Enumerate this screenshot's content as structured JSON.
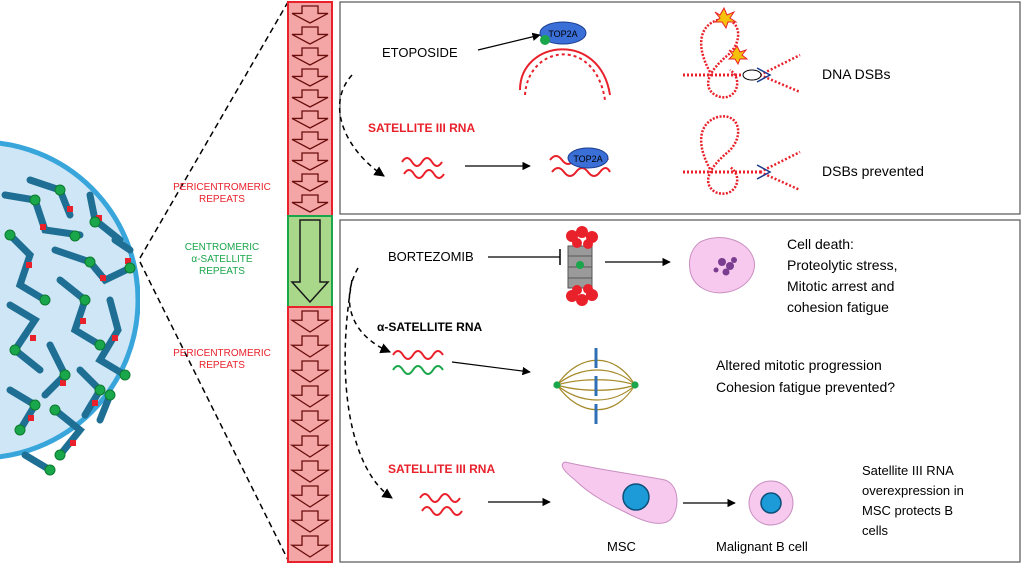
{
  "colors": {
    "red": "#e8212b",
    "green": "#1aa64a",
    "repeat_red_fill": "#f4a6a6",
    "repeat_green_fill": "#a9d88a",
    "chromatin": "#1e6f93",
    "nucleus_fill": "#cfe6f6",
    "nucleus_border": "#39a6db",
    "top2a": "#3b6fd8",
    "cell_pink": "#f7c9ef",
    "nucleus_blue": "#1c9bd8",
    "spindle": "#a68a2a"
  },
  "repeats": {
    "pericentromeric_top": "PERICENTROMERIC\nREPEATS",
    "centromeric": "CENTROMERIC\nα-SATELLITE\nREPEATS",
    "pericentromeric_bottom": "PERICENTROMERIC\nREPEATS"
  },
  "top_panel": {
    "etoposide": "ETOPOSIDE",
    "top2a": "TOP2A",
    "dna_dsbs": "DNA DSBs",
    "satellite_rna": "SATELLITE III RNA",
    "top2a_2": "TOP2A",
    "dsbs_prevented": "DSBs prevented"
  },
  "bottom_panel": {
    "bortezomib": "BORTEZOMIB",
    "cell_death": [
      "Cell death:",
      "Proteolytic stress,",
      "Mitotic arrest and",
      "cohesion fatigue"
    ],
    "alpha_rna": "α-SATELLITE RNA",
    "mitotic": [
      "Altered mitotic progression",
      "Cohesion fatigue prevented?"
    ],
    "sat3_rna": "SATELLITE III RNA",
    "msc": "MSC",
    "malignant": "Malignant B cell",
    "overexpression": [
      "Satellite III RNA",
      "overexpression  in",
      "MSC protects B",
      "cells"
    ]
  },
  "icons": [
    "nucleus-icon",
    "repeat-arrow-icon",
    "dna-helix-icon",
    "proteasome-icon",
    "mitotic-spindle-icon",
    "cell-icon",
    "explosion-icon"
  ]
}
